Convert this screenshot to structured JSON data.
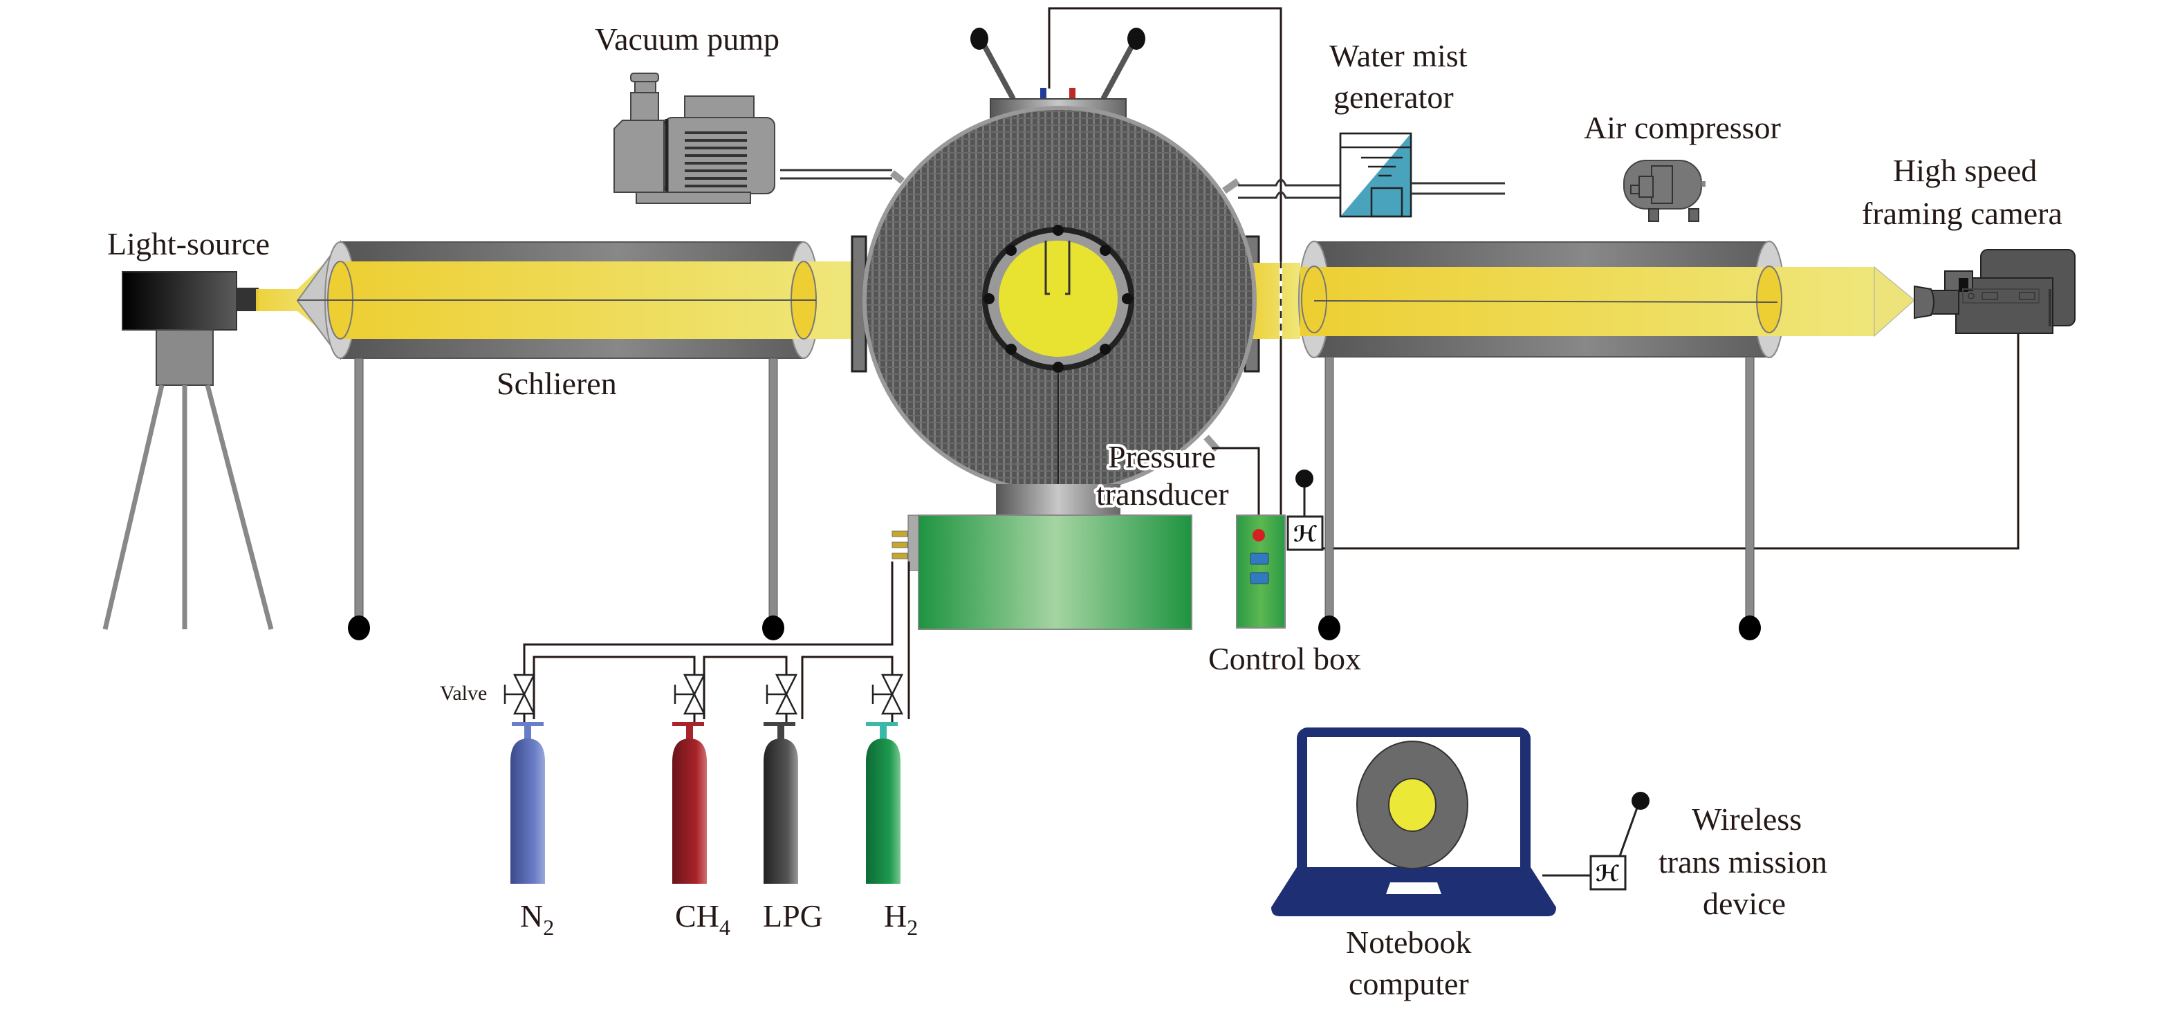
{
  "figure": {
    "type": "experimental-setup-schematic",
    "subject": "Schlieren visualization system with combustion chamber"
  },
  "labels": {
    "light_source": "Light-source",
    "schlieren": "Schlieren",
    "vacuum_pump": "Vacuum pump",
    "water_mist_line1": "Water mist",
    "water_mist_line2": "generator",
    "air_compressor": "Air compressor",
    "camera_line1": "High speed",
    "camera_line2": "framing camera",
    "pressure_line1": "Pressure",
    "pressure_line2": "transducer",
    "control_box": "Control box",
    "valve": "Valve",
    "notebook_line1": "Notebook",
    "notebook_line2": "computer",
    "wireless_line1": "Wireless",
    "wireless_line2": "trans mission",
    "wireless_line3": "device"
  },
  "gas_cylinders": [
    {
      "name": "N",
      "subscript": "2",
      "color": "#4a5ea8"
    },
    {
      "name": "CH",
      "subscript": "4",
      "color": "#9a1f24"
    },
    {
      "name": "LPG",
      "subscript": "",
      "color": "#3a3a3a"
    },
    {
      "name": "H",
      "subscript": "2",
      "color": "#1a8a45"
    }
  ],
  "colors": {
    "beam": "#ecd540",
    "window": "#e8e330",
    "chamber": "#5a5a5a",
    "base": "#3a9a50",
    "notebook": "#1e2f74",
    "mist": "#4aa3bd"
  },
  "icons": {
    "wireless_symbol": "antenna-switch-icon"
  }
}
